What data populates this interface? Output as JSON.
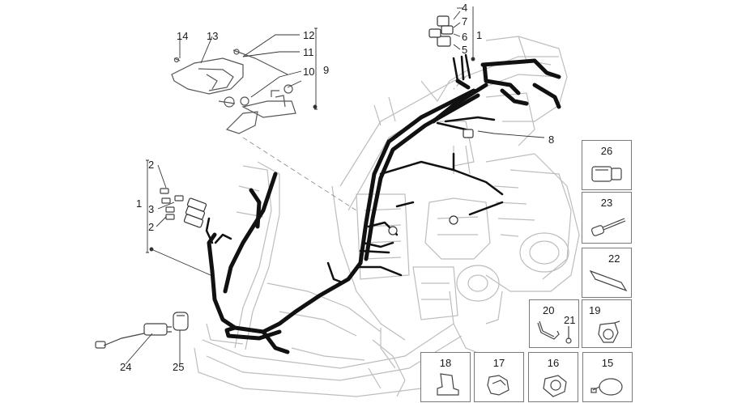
{
  "diagram": {
    "colors": {
      "frame": "#bdbdbd",
      "harness": "#111111",
      "parts": "#555555",
      "leader": "#333333"
    },
    "callouts": {
      "c1a": "1",
      "c1b": "1",
      "c2a": "2",
      "c2b": "2",
      "c3": "3",
      "c4": "4",
      "c5": "5",
      "c6": "6",
      "c7": "7",
      "c8": "8",
      "c9": "9",
      "c10": "10",
      "c11": "11",
      "c12": "12",
      "c13": "13",
      "c14": "14",
      "c24": "24",
      "c25": "25"
    },
    "boxes": {
      "b26": "26",
      "b23": "23",
      "b22": "22",
      "b20": "20",
      "b21": "21",
      "b19": "19",
      "b18": "18",
      "b17": "17",
      "b16": "16",
      "b15": "15"
    }
  }
}
